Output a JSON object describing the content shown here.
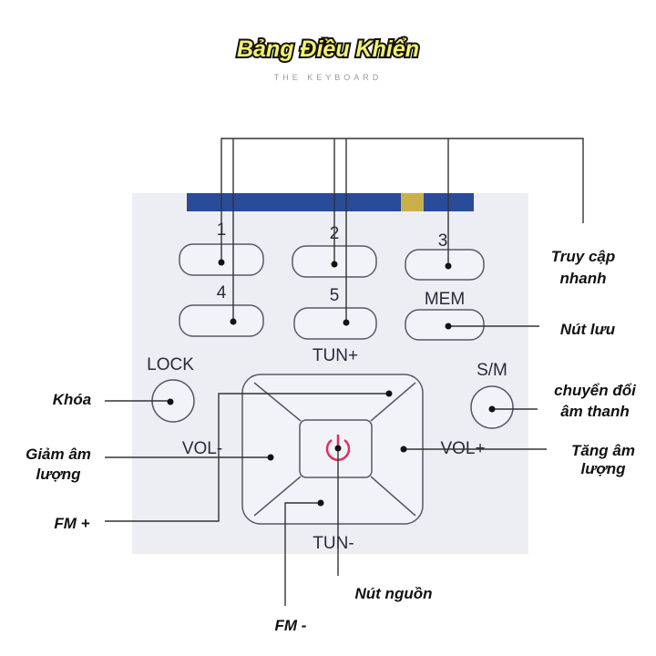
{
  "header": {
    "title": "Bảng Điều Khiển",
    "subtitle": "THE KEYBOARD"
  },
  "keys": {
    "k1": "1",
    "k2": "2",
    "k3": "3",
    "k4": "4",
    "k5": "5",
    "mem": "MEM",
    "tun_plus": "TUN+",
    "tun_minus": "TUN-",
    "lock": "LOCK",
    "sm": "S/M",
    "vol_minus": "VOL-",
    "vol_plus": "VOL+"
  },
  "labels": {
    "quick_access_1": "Truy cập",
    "quick_access_2": "nhanh",
    "save": "Nút lưu",
    "lock": "Khóa",
    "switch_1": "chuyển đổi",
    "switch_2": "âm thanh",
    "vol_down_1": "Giảm âm",
    "vol_down_2": "lượng",
    "vol_up_1": "Tăng âm",
    "vol_up_2": "lượng",
    "fm_plus": "FM +",
    "fm_minus": "FM -",
    "power": "Nút nguồn"
  },
  "colors": {
    "panel": "#eceef4",
    "display": "#2a4a9a",
    "power": "#e0305a",
    "title_fill": "#f6f26a"
  }
}
